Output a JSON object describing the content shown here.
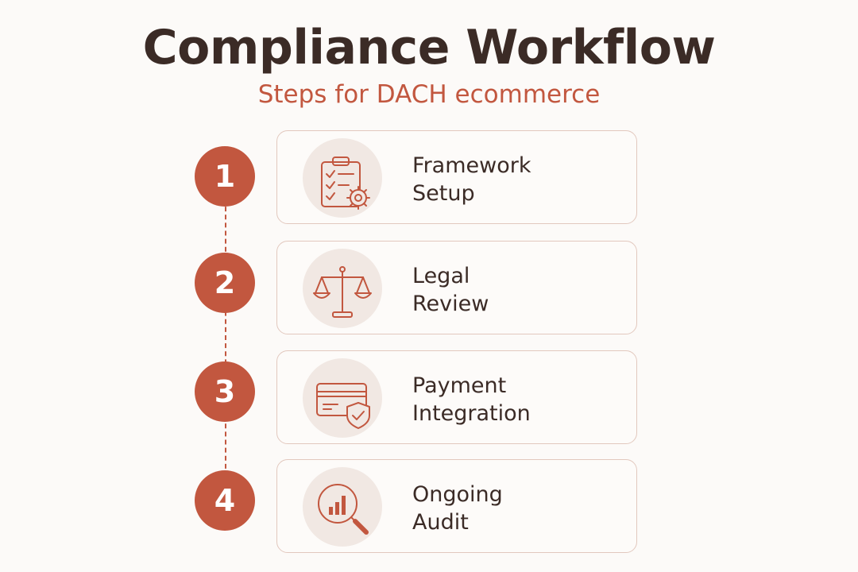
{
  "header": {
    "title": "Compliance Workflow",
    "subtitle": "Steps for DACH ecommerce"
  },
  "accent_color": "#c2573f",
  "steps": [
    {
      "number": "1",
      "line1": "Framework",
      "line2": "Setup",
      "icon": "clipboard-gear-icon"
    },
    {
      "number": "2",
      "line1": "Legal",
      "line2": "Review",
      "icon": "scales-icon"
    },
    {
      "number": "3",
      "line1": "Payment",
      "line2": "Integration",
      "icon": "credit-card-shield-icon"
    },
    {
      "number": "4",
      "line1": "Ongoing",
      "line2": "Audit",
      "icon": "magnifier-chart-icon"
    }
  ]
}
